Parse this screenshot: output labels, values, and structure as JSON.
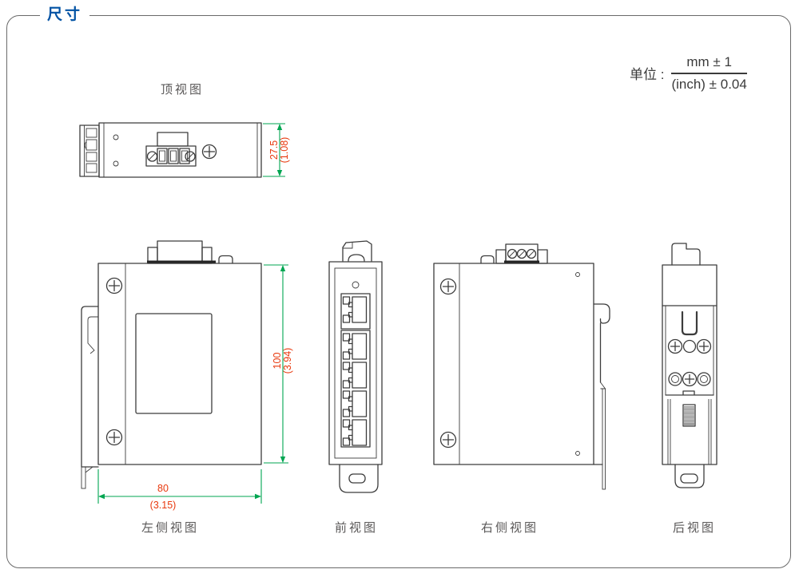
{
  "page": {
    "title": "尺寸"
  },
  "units": {
    "label": "单位 :",
    "numerator": "mm ± 1",
    "denominator": "(inch) ± 0.04"
  },
  "views": {
    "top": {
      "label": "顶视图"
    },
    "left_side": {
      "label": "左侧视图"
    },
    "front": {
      "label": "前视图"
    },
    "right_side": {
      "label": "右侧视图"
    },
    "rear": {
      "label": "后视图"
    }
  },
  "dimensions": {
    "device_depth": {
      "mm": "27.5",
      "inch": "(1.08)"
    },
    "device_height": {
      "mm": "100",
      "inch": "(3.94)"
    },
    "device_width": {
      "mm": "80",
      "inch": "(3.15)"
    }
  },
  "colors": {
    "accent_blue": "#0052a4",
    "dimension_line_green": "#00a551",
    "dimension_text_red": "#e8380d",
    "drawing_line": "#3c3c3c",
    "label_gray": "#5a5858",
    "frame_border": "#6a6a6a"
  }
}
